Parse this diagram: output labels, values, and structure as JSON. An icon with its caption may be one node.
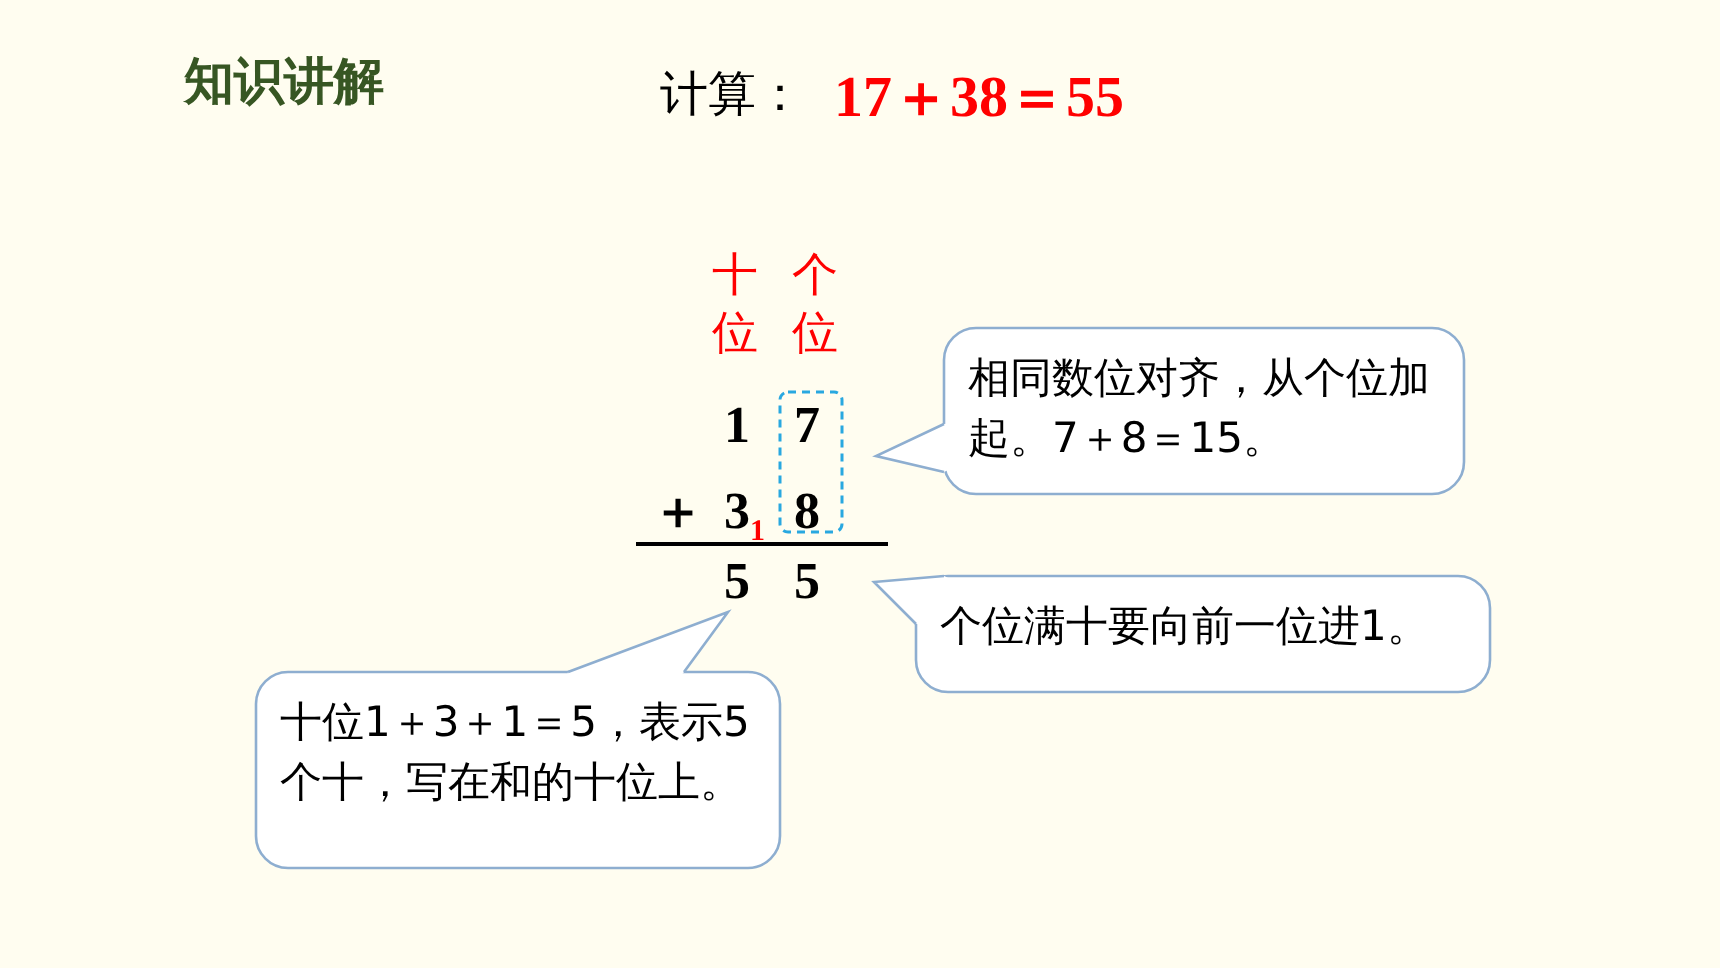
{
  "diagram": {
    "title": "知识讲解",
    "nodes": [
      {
        "text": [
          "相同数位对齐，从个位加起。7＋8＝15。"
        ]
      },
      {
        "text": [
          "个位满十要向前一位进1。"
        ]
      },
      {
        "text": [
          "十位1＋3＋1＝5，表示5个十，写在和的十位上。"
        ]
      }
    ],
    "labels": [
      "计算：",
      "17＋38＝55",
      "十位",
      "个位",
      "1",
      "7",
      "＋",
      "3",
      "8",
      "1",
      "5",
      "5"
    ]
  }
}
